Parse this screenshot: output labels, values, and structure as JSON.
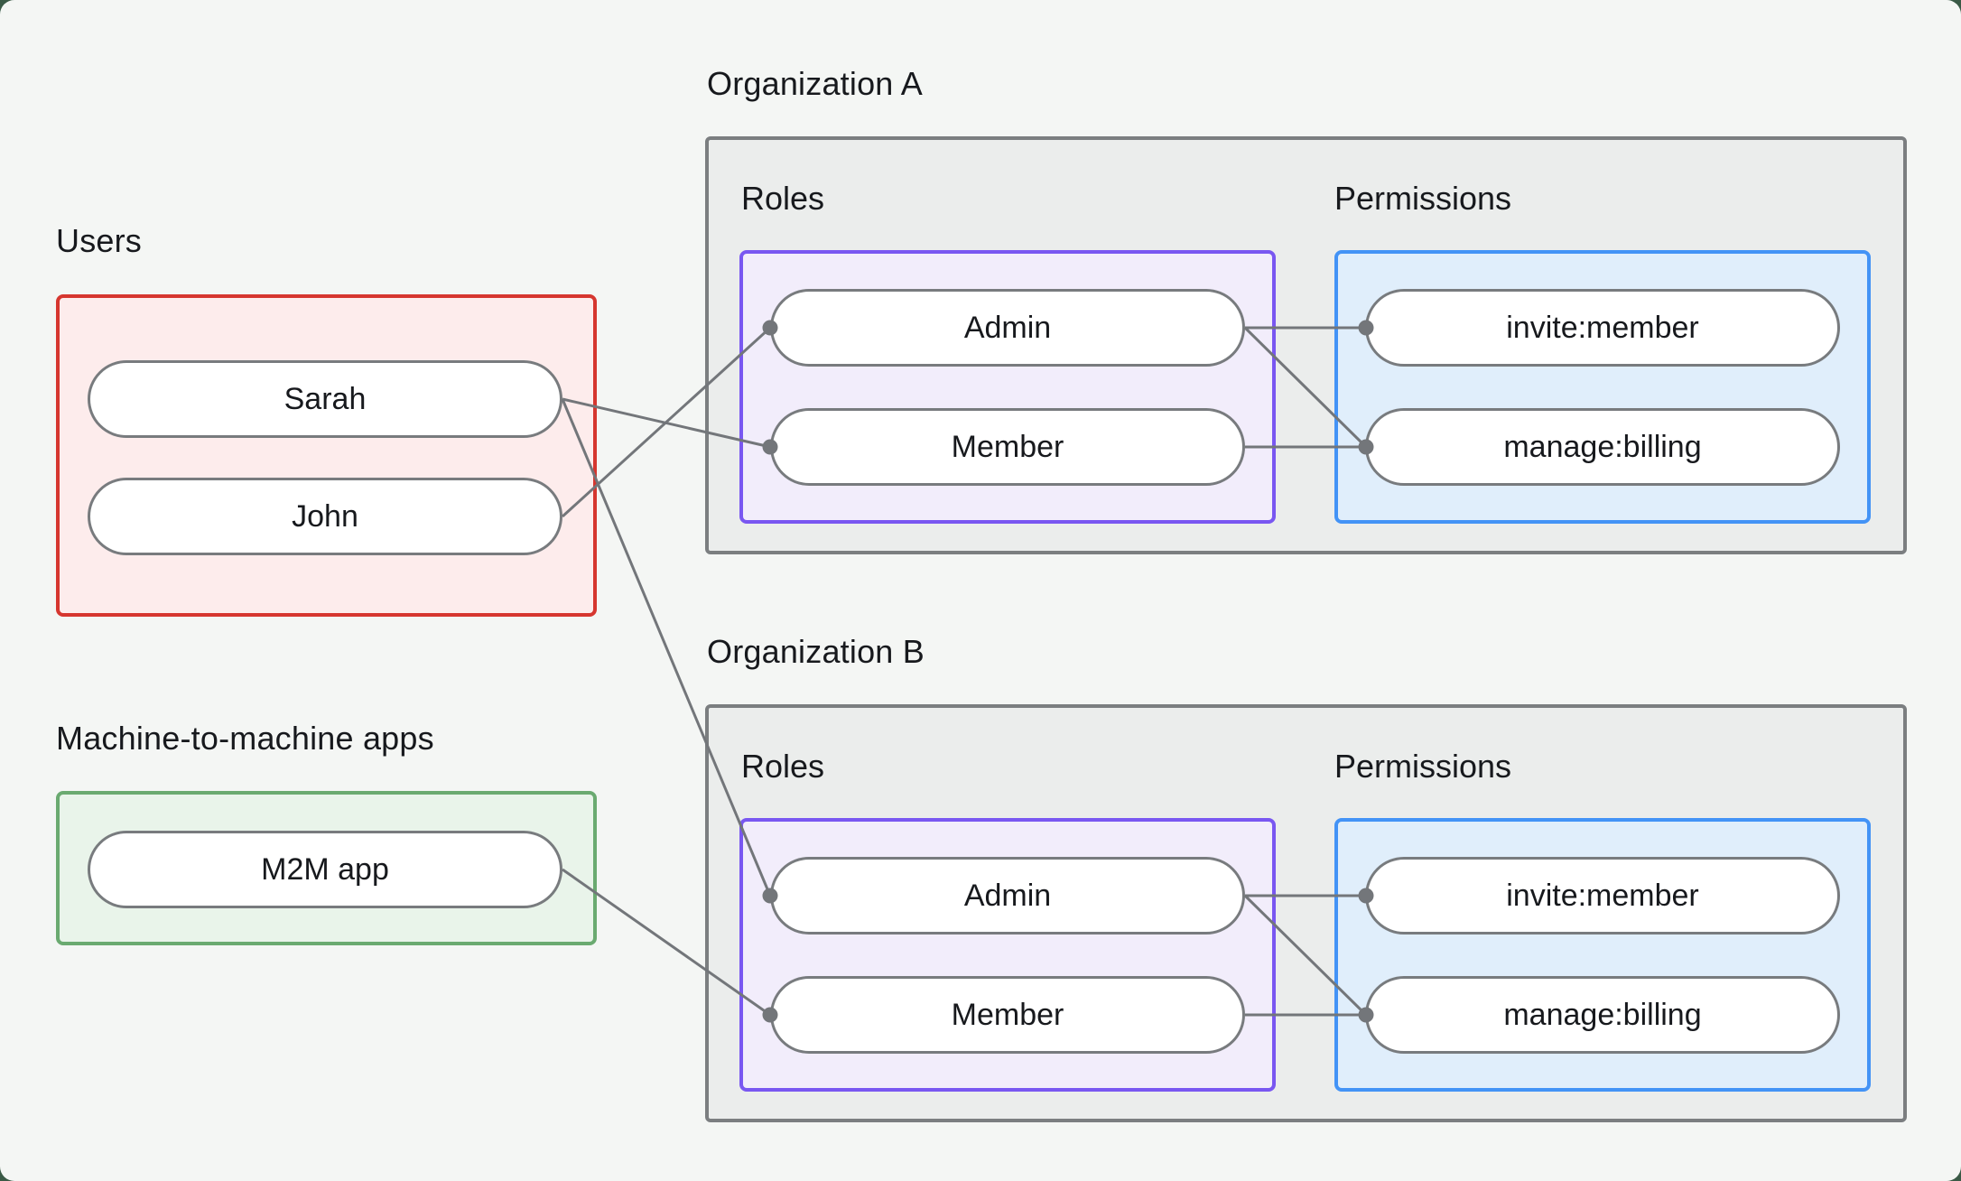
{
  "colors": {
    "outer_bg": "#3a5a46",
    "page_bg": "#f4f6f4",
    "text": "#17191d",
    "users_border": "#d6362f",
    "users_fill": "#fdecec",
    "m2m_border": "#6aaa70",
    "m2m_fill": "#e9f4ea",
    "org_border": "#7b7e80",
    "org_fill": "#ebedec",
    "roles_border": "#7957f1",
    "roles_fill": "#f2edfb",
    "permissions_border": "#4393f6",
    "permissions_fill": "#e0eefb",
    "pill_border": "#787b7e",
    "pill_fill": "#ffffff",
    "edge": "#73767a"
  },
  "users_section": {
    "title": "Users",
    "items": [
      "Sarah",
      "John"
    ]
  },
  "m2m_section": {
    "title": "Machine-to-machine apps",
    "items": [
      "M2M app"
    ]
  },
  "org_a": {
    "title": "Organization A",
    "roles_label": "Roles",
    "permissions_label": "Permissions",
    "roles": [
      "Admin",
      "Member"
    ],
    "permissions": [
      "invite:member",
      "manage:billing"
    ]
  },
  "org_b": {
    "title": "Organization B",
    "roles_label": "Roles",
    "permissions_label": "Permissions",
    "roles": [
      "Admin",
      "Member"
    ],
    "permissions": [
      "invite:member",
      "manage:billing"
    ]
  },
  "connections": [
    {
      "from": "Sarah",
      "to": "Organization A / Member"
    },
    {
      "from": "John",
      "to": "Organization A / Admin"
    },
    {
      "from": "Sarah",
      "to": "Organization B / Admin"
    },
    {
      "from": "M2M app",
      "to": "Organization B / Member"
    },
    {
      "from": "Organization A / Admin",
      "to": "Organization A / invite:member"
    },
    {
      "from": "Organization A / Admin",
      "to": "Organization A / manage:billing"
    },
    {
      "from": "Organization A / Member",
      "to": "Organization A / manage:billing"
    },
    {
      "from": "Organization B / Admin",
      "to": "Organization B / invite:member"
    },
    {
      "from": "Organization B / Admin",
      "to": "Organization B / manage:billing"
    },
    {
      "from": "Organization B / Member",
      "to": "Organization B / manage:billing"
    }
  ]
}
